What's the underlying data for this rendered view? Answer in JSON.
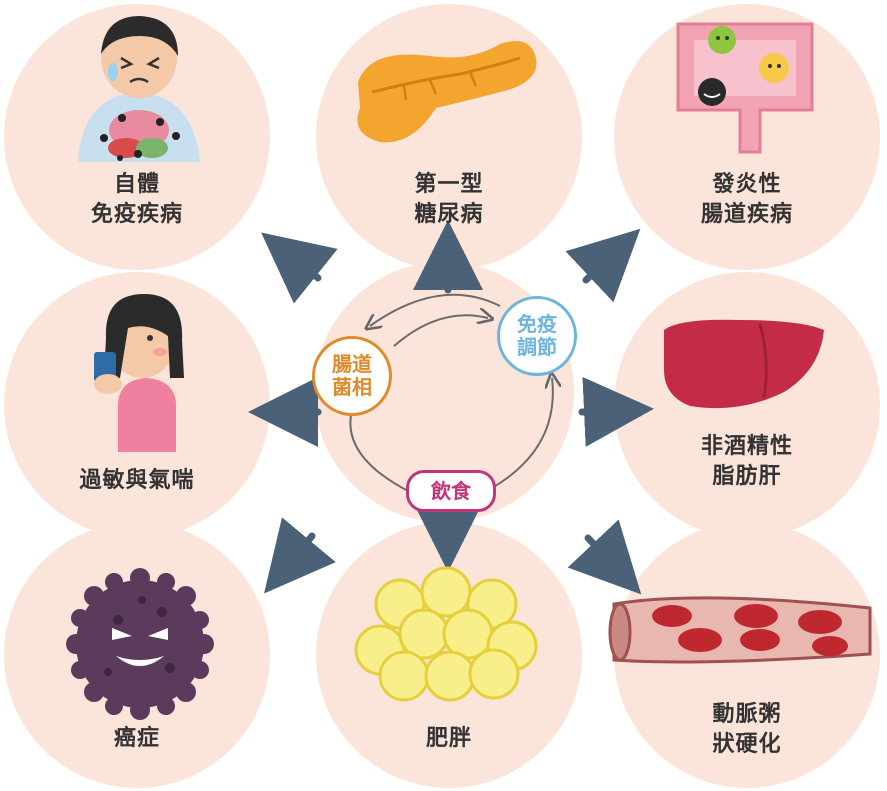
{
  "colors": {
    "disc": "#fbe5da",
    "arrow": "#4a6178",
    "microbiota": "#e08a2b",
    "immune": "#6fb4df",
    "diet": "#c2347a",
    "text": "#333333"
  },
  "center": {
    "microbiota": [
      "腸道",
      "菌相"
    ],
    "immune": [
      "免疫",
      "調節"
    ],
    "diet": "飲食"
  },
  "diseases": {
    "autoimmune": [
      "自體",
      "免疫疾病"
    ],
    "type1_diabetes": [
      "第一型",
      "糖尿病"
    ],
    "ibd": [
      "發炎性",
      "腸道疾病"
    ],
    "allergy": [
      "過敏與氣喘"
    ],
    "nafld": [
      "非酒精性",
      "脂肪肝"
    ],
    "cancer": [
      "癌症"
    ],
    "obesity": [
      "肥胖"
    ],
    "atherosclerosis": [
      "動脈粥",
      "狀硬化"
    ]
  },
  "icons": {
    "autoimmune": "sick-boy-icon",
    "type1_diabetes": "pancreas-icon",
    "ibd": "intestine-bacteria-icon",
    "allergy": "inhaler-girl-icon",
    "nafld": "liver-icon",
    "cancer": "cancer-cell-icon",
    "obesity": "fat-cells-icon",
    "atherosclerosis": "artery-plaque-icon"
  }
}
